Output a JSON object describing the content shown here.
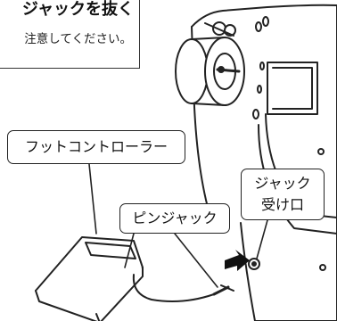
{
  "title": "ジャックを抜く",
  "note": "注意してください。",
  "labels": {
    "foot_controller": "フットコントローラー",
    "jack_receptacle_line1": "ジャック",
    "jack_receptacle_line2": "受け口",
    "pin_jack": "ピンジャック"
  }
}
